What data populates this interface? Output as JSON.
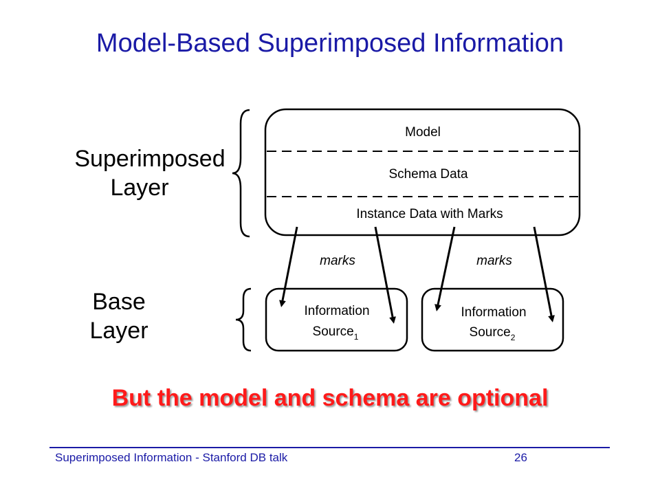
{
  "slide": {
    "title": "Model-Based Superimposed Information",
    "optional_note": "But the model and schema are optional"
  },
  "layers": {
    "superimposed_line1": "Superimposed",
    "superimposed_line2": "Layer",
    "base_line1": "Base",
    "base_line2": "Layer"
  },
  "superimposed_box": {
    "model": "Model",
    "schema": "Schema Data",
    "instance": "Instance Data with Marks"
  },
  "arrows": {
    "left_label": "marks",
    "right_label": "marks"
  },
  "sources": [
    {
      "line1": "Information",
      "line2": "Source",
      "subscript": "1"
    },
    {
      "line1": "Information",
      "line2": "Source",
      "subscript": "2"
    }
  ],
  "footer": {
    "talk": "Superimposed Information - Stanford DB talk",
    "page": "26"
  },
  "colors": {
    "title": "#1a1aa6",
    "note": "#ff1a1a",
    "footer": "#1a1aa6"
  }
}
